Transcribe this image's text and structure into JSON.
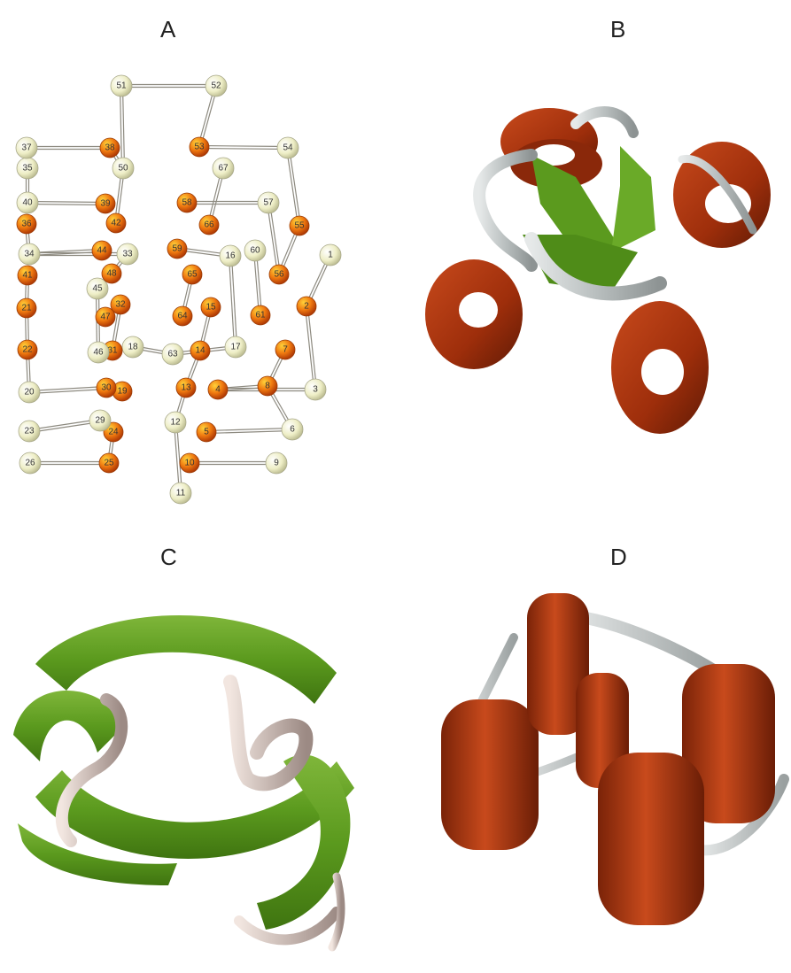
{
  "panels": {
    "a": "A",
    "b": "B",
    "c": "C",
    "d": "D"
  },
  "colors": {
    "helix_red": "#b33a14",
    "helix_dark": "#7a2308",
    "sheet_green": "#5b9a1e",
    "coil_gray": "#c8cccc",
    "node_light": "#eeeec6",
    "node_orange": "#e8650c"
  },
  "graph": {
    "nodes": [
      {
        "id": "1",
        "type": "light"
      },
      {
        "id": "2",
        "type": "orange"
      },
      {
        "id": "3",
        "type": "light"
      },
      {
        "id": "4",
        "type": "orange"
      },
      {
        "id": "5",
        "type": "orange"
      },
      {
        "id": "6",
        "type": "light"
      },
      {
        "id": "7",
        "type": "orange"
      },
      {
        "id": "8",
        "type": "orange"
      },
      {
        "id": "9",
        "type": "light"
      },
      {
        "id": "10",
        "type": "orange"
      },
      {
        "id": "11",
        "type": "light"
      },
      {
        "id": "12",
        "type": "light"
      },
      {
        "id": "13",
        "type": "orange"
      },
      {
        "id": "14",
        "type": "orange"
      },
      {
        "id": "15",
        "type": "orange"
      },
      {
        "id": "16",
        "type": "light"
      },
      {
        "id": "17",
        "type": "light"
      },
      {
        "id": "18",
        "type": "light"
      },
      {
        "id": "19",
        "type": "orange"
      },
      {
        "id": "20",
        "type": "light"
      },
      {
        "id": "21",
        "type": "orange"
      },
      {
        "id": "22",
        "type": "orange"
      },
      {
        "id": "23",
        "type": "light"
      },
      {
        "id": "24",
        "type": "orange"
      },
      {
        "id": "25",
        "type": "orange"
      },
      {
        "id": "26",
        "type": "light"
      },
      {
        "id": "29",
        "type": "light"
      },
      {
        "id": "30",
        "type": "orange"
      },
      {
        "id": "31",
        "type": "orange"
      },
      {
        "id": "32",
        "type": "orange"
      },
      {
        "id": "33",
        "type": "light"
      },
      {
        "id": "34",
        "type": "light"
      },
      {
        "id": "35",
        "type": "light"
      },
      {
        "id": "36",
        "type": "orange"
      },
      {
        "id": "37",
        "type": "light"
      },
      {
        "id": "38",
        "type": "orange"
      },
      {
        "id": "39",
        "type": "orange"
      },
      {
        "id": "40",
        "type": "light"
      },
      {
        "id": "41",
        "type": "orange"
      },
      {
        "id": "42",
        "type": "orange"
      },
      {
        "id": "44",
        "type": "orange"
      },
      {
        "id": "45",
        "type": "light"
      },
      {
        "id": "46",
        "type": "light"
      },
      {
        "id": "47",
        "type": "orange"
      },
      {
        "id": "48",
        "type": "orange"
      },
      {
        "id": "50",
        "type": "light"
      },
      {
        "id": "51",
        "type": "light"
      },
      {
        "id": "52",
        "type": "light"
      },
      {
        "id": "53",
        "type": "orange"
      },
      {
        "id": "54",
        "type": "light"
      },
      {
        "id": "55",
        "type": "orange"
      },
      {
        "id": "56",
        "type": "orange"
      },
      {
        "id": "57",
        "type": "light"
      },
      {
        "id": "58",
        "type": "orange"
      },
      {
        "id": "59",
        "type": "orange"
      },
      {
        "id": "60",
        "type": "light"
      },
      {
        "id": "61",
        "type": "orange"
      },
      {
        "id": "63",
        "type": "light"
      },
      {
        "id": "64",
        "type": "orange"
      },
      {
        "id": "65",
        "type": "orange"
      },
      {
        "id": "66",
        "type": "orange"
      },
      {
        "id": "67",
        "type": "light"
      }
    ],
    "edges": [
      [
        "51",
        "52"
      ],
      [
        "51",
        "50"
      ],
      [
        "52",
        "53"
      ],
      [
        "37",
        "38"
      ],
      [
        "53",
        "54"
      ],
      [
        "54",
        "55"
      ],
      [
        "35",
        "40"
      ],
      [
        "40",
        "39"
      ],
      [
        "38",
        "50"
      ],
      [
        "50",
        "42"
      ],
      [
        "67",
        "66"
      ],
      [
        "58",
        "57"
      ],
      [
        "57",
        "56"
      ],
      [
        "34",
        "33"
      ],
      [
        "34",
        "44"
      ],
      [
        "33",
        "48"
      ],
      [
        "59",
        "16"
      ],
      [
        "16",
        "17"
      ],
      [
        "60",
        "61"
      ],
      [
        "1",
        "2"
      ],
      [
        "2",
        "3"
      ],
      [
        "41",
        "21"
      ],
      [
        "21",
        "22"
      ],
      [
        "22",
        "20"
      ],
      [
        "45",
        "46"
      ],
      [
        "47",
        "32"
      ],
      [
        "32",
        "31"
      ],
      [
        "18",
        "63"
      ],
      [
        "63",
        "17"
      ],
      [
        "15",
        "14"
      ],
      [
        "14",
        "13"
      ],
      [
        "7",
        "8"
      ],
      [
        "8",
        "6"
      ],
      [
        "20",
        "30"
      ],
      [
        "30",
        "19"
      ],
      [
        "4",
        "8"
      ],
      [
        "4",
        "3"
      ],
      [
        "23",
        "29"
      ],
      [
        "26",
        "25"
      ],
      [
        "12",
        "11"
      ],
      [
        "12",
        "13"
      ],
      [
        "10",
        "9"
      ],
      [
        "5",
        "6"
      ],
      [
        "24",
        "25"
      ],
      [
        "65",
        "64"
      ],
      [
        "36",
        "34"
      ],
      [
        "48",
        "45"
      ],
      [
        "55",
        "56"
      ]
    ]
  }
}
